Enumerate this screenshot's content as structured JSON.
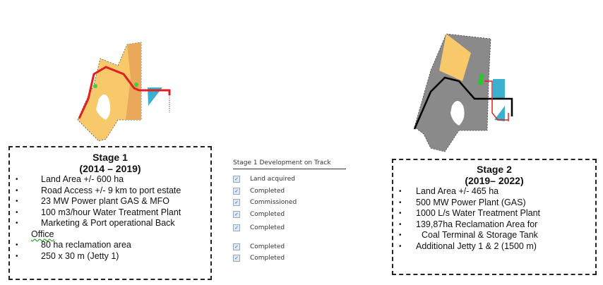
{
  "stage1": {
    "title": "Stage 1",
    "period": "(2014 – 2019)",
    "items": [
      "Land Area +/-  600 ha",
      "Road Access +/- 9 km to port estate",
      "23 MW Power plant GAS & MFO",
      "100 m3/hour Water Treatment Plant",
      "Marketing & Port operational Back",
      "Office",
      "80 ha reclamation area",
      "250 x 30 m (Jetty 1)"
    ]
  },
  "track": {
    "heading": "Stage 1 Development on Track",
    "items": [
      "Land acquired",
      "Completed",
      "Commissioned",
      "Completed",
      "Completed",
      "Completed",
      "Completed"
    ]
  },
  "stage2": {
    "title": "Stage 2",
    "period": "(2019– 2022)",
    "items": [
      "Land Area +/-  465 ha",
      "500 MW Power Plant (GAS)",
      "1000 L/s Water Treatment Plant",
      "139,87ha Reclamation Area for",
      "Coal Terminal & Storage Tank",
      "Additional Jetty 1 & 2 (1500 m)"
    ]
  },
  "colors": {
    "land": "#f7c96a",
    "road": "#e02020",
    "water": "#3bb0cf",
    "gray": "#8a8a8a"
  }
}
